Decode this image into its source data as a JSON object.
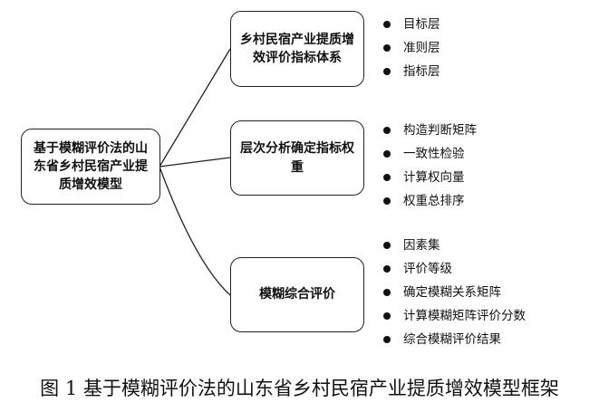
{
  "diagram": {
    "root": {
      "label": "基于模糊评价法的山东省乡村民宿产业提质增效模型"
    },
    "branches": [
      {
        "label": "乡村民宿产业提质增效评价指标体系",
        "items": [
          "目标层",
          "准则层",
          "指标层"
        ]
      },
      {
        "label": "层次分析确定指标权重",
        "items": [
          "构造判断矩阵",
          "一致性检验",
          "计算权向量",
          "权重总排序"
        ]
      },
      {
        "label": "模糊综合评价",
        "items": [
          "因素集",
          "评价等级",
          "确定模糊关系矩阵",
          "计算模糊矩阵评价分数",
          "综合模糊评价结果"
        ]
      }
    ]
  },
  "caption": "图 1 基于模糊评价法的山东省乡村民宿产业提质增效模型框架"
}
